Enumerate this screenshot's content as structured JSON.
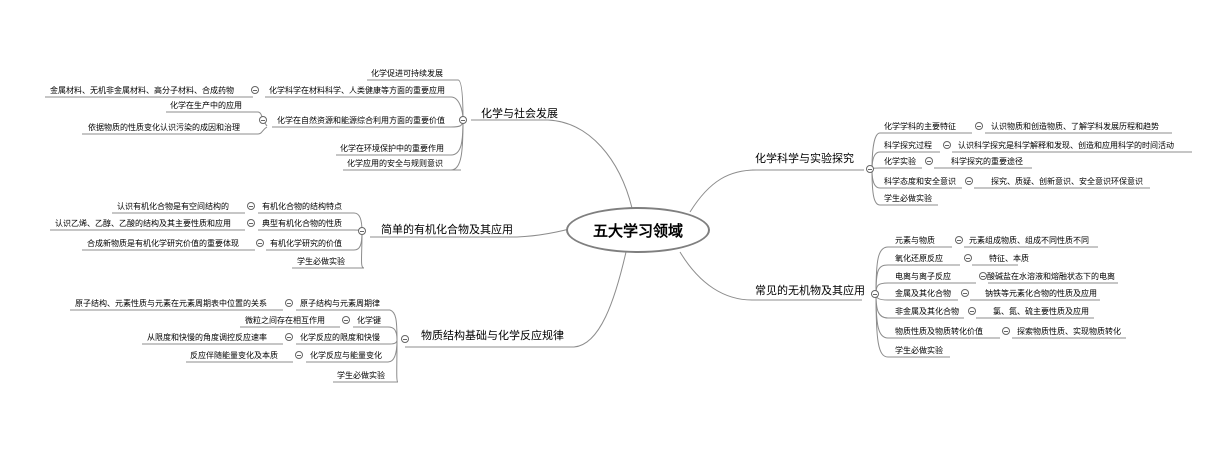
{
  "root": {
    "label": "五大学习领域"
  },
  "branches": {
    "b1": {
      "label": "化学与社会发展",
      "items": {
        "i1": {
          "label": "化学促进可持续发展"
        },
        "i2": {
          "label": "化学科学在材料科学、人类健康等方面的重要应用",
          "child": "金属材料、无机非金属材料、高分子材料、合成药物"
        },
        "i3": {
          "label": "化学在自然资源和能源综合利用方面的重要价值",
          "child1": "化学在生产中的应用",
          "child2": "依据物质的性质变化认识污染的成因和治理"
        },
        "i4": {
          "label": "化学在环境保护中的重要作用"
        },
        "i5": {
          "label": "化学应用的安全与规则意识"
        }
      }
    },
    "b2": {
      "label": "简单的有机化合物及其应用",
      "items": {
        "i1": {
          "label": "有机化合物的结构特点",
          "child": "认识有机化合物是有空间结构的"
        },
        "i2": {
          "label": "典型有机化合物的性质",
          "child": "认识乙烯、乙醇、乙酸的结构及其主要性质和应用"
        },
        "i3": {
          "label": "有机化学研究的价值",
          "child": "合成新物质是有机化学研究价值的重要体现"
        },
        "i4": {
          "label": "学生必做实验"
        }
      }
    },
    "b3": {
      "label": "物质结构基础与化学反应规律",
      "items": {
        "i1": {
          "label": "原子结构与元素周期律",
          "child": "原子结构、元素性质与元素在元素周期表中位置的关系"
        },
        "i2": {
          "label": "化学键",
          "child": "微粒之间存在相互作用"
        },
        "i3": {
          "label": "化学反应的限度和快慢",
          "child": "从限度和快慢的角度调控反应速率"
        },
        "i4": {
          "label": "化学反应与能量变化",
          "child": "反应伴随能量变化及本质"
        },
        "i5": {
          "label": "学生必做实验"
        }
      }
    },
    "b4": {
      "label": "化学科学与实验探究",
      "items": {
        "i1": {
          "label": "化学学科的主要特征",
          "child": "认识物质和创造物质、了解学科发展历程和趋势"
        },
        "i2": {
          "label": "科学探究过程",
          "child": "认识科学探究是科学解释和发现、创造和应用科学的时间活动"
        },
        "i3": {
          "label": "化学实验",
          "child": "科学探究的重要途径"
        },
        "i4": {
          "label": "科学态度和安全意识",
          "child": "探究、质疑、创新意识、安全意识环保意识"
        },
        "i5": {
          "label": "学生必做实验"
        }
      }
    },
    "b5": {
      "label": "常见的无机物及其应用",
      "items": {
        "i1": {
          "label": "元素与物质",
          "child": "元素组成物质、组成不同性质不同"
        },
        "i2": {
          "label": "氧化还原反应",
          "child": "特征、本质"
        },
        "i3": {
          "label": "电离与离子反应",
          "child": "酸碱盐在水溶液和熔融状态下的电离"
        },
        "i4": {
          "label": "金属及其化合物",
          "child": "钠铁等元素化合物的性质及应用"
        },
        "i5": {
          "label": "非金属及其化合物",
          "child": "氯、氮、硫主要性质及应用"
        },
        "i6": {
          "label": "物质性质及物质转化价值",
          "child": "探索物质性质、实现物质转化"
        },
        "i7": {
          "label": "学生必做实验"
        }
      }
    }
  }
}
